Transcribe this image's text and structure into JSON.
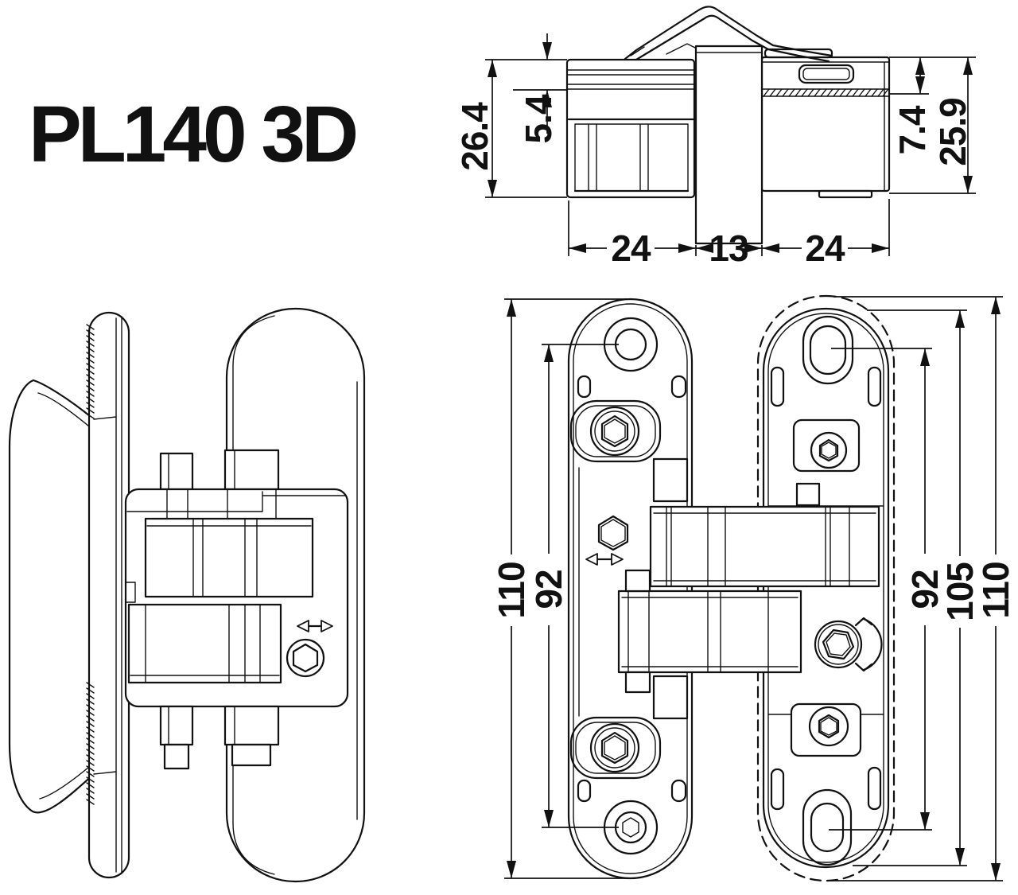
{
  "title": "PL140 3D",
  "colors": {
    "line": "#111111",
    "background": "#ffffff"
  },
  "top_view": {
    "dims": {
      "left_outer": "26.4",
      "left_inner": "5.4",
      "right_inner": "7.4",
      "right_outer": "25.9",
      "width_left": "24",
      "width_center": "13",
      "width_right": "24"
    }
  },
  "front_view": {
    "dims": {
      "left_outer": "110",
      "left_holes": "92",
      "right_holes": "92",
      "right_mid": "105",
      "right_outer": "110"
    }
  }
}
